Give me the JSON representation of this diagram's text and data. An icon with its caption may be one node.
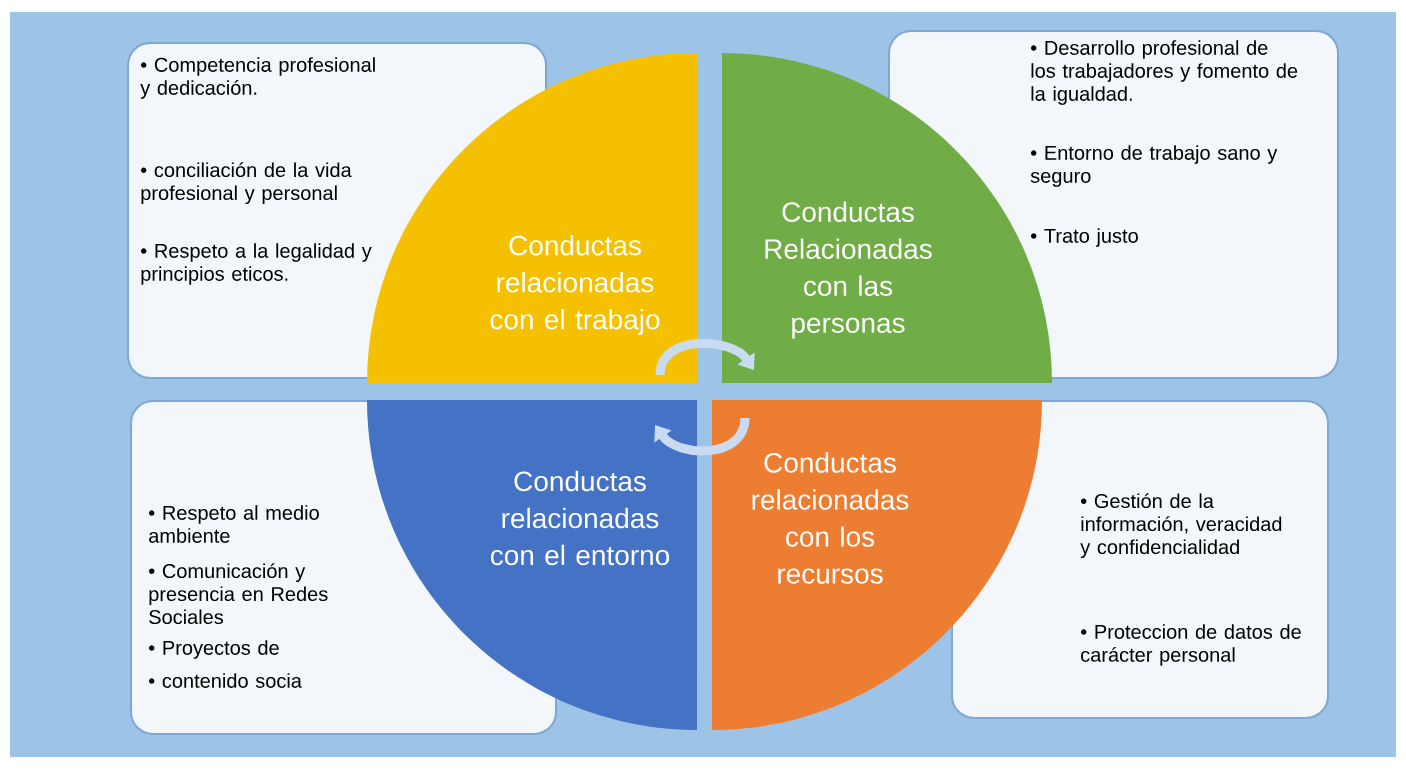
{
  "diagram": {
    "nodes": [
      {
        "text": [
          "• Competencia profesional y dedicación.",
          "• conciliación de la vida profesional y personal",
          "• Respeto a la legalidad y principios eticos."
        ]
      },
      {
        "text": [
          "Conductas relacionadas con el trabajo"
        ]
      },
      {
        "text": [
          "Conductas Relacionadas con las personas"
        ]
      },
      {
        "text": [
          "• Desarrollo profesional de los trabajadores y fomento de la igualdad.",
          "• Entorno de trabajo sano y seguro",
          "• Trato justo"
        ]
      },
      {
        "text": [
          "• Respeto al medio ambiente",
          "• Comunicación y presencia en Redes Sociales",
          "• Proyectos de",
          "• contenido socia"
        ]
      },
      {
        "text": [
          "Conductas relacionadas con el entorno"
        ]
      },
      {
        "text": [
          "Conductas relacionadas con los recursos"
        ]
      },
      {
        "text": [
          "• Gestión de la información, veracidad y confidencialidad",
          "• Proteccion de datos de carácter personal"
        ]
      }
    ],
    "edges": [
      {
        "from": 1,
        "to": 2,
        "arrow": "to"
      },
      {
        "from": 6,
        "to": 5,
        "arrow": "to"
      }
    ]
  }
}
